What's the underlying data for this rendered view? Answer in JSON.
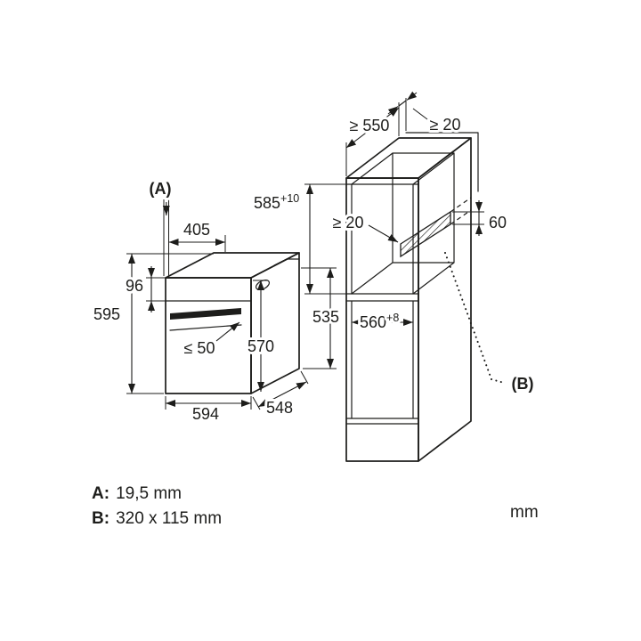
{
  "meta": {
    "background_color": "#ffffff",
    "line_color": "#1d1d1b"
  },
  "unit": {
    "label": "mm"
  },
  "legend": {
    "a_key": "A:",
    "a_value": "19,5 mm",
    "b_key": "B:",
    "b_value": "320 x 115 mm"
  },
  "oven": {
    "callout_a": "(A)",
    "top_depth": "405",
    "panel_height": "96",
    "height": "595",
    "handle_clearance": "≤ 50",
    "front_height": "570",
    "body_height": "535",
    "width": "594",
    "depth": "548"
  },
  "niche": {
    "min_depth": "≥ 550",
    "rear_top_gap": "≥ 20",
    "height": "585",
    "height_tolerance": "+10",
    "rear_clearance": "≥ 20",
    "vent_height": "60",
    "width": "560",
    "width_tolerance": "+8",
    "callout_b": "(B)"
  }
}
